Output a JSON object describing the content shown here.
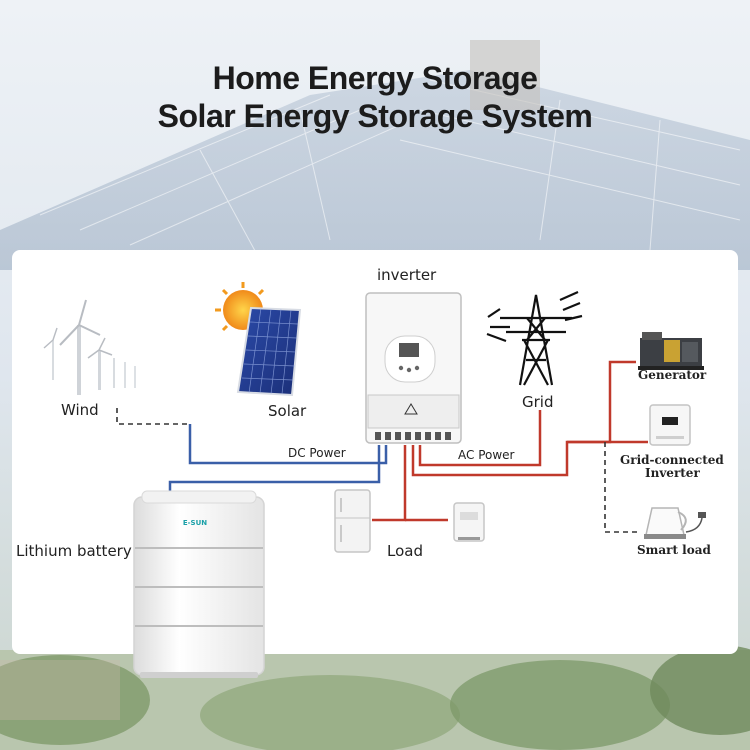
{
  "title": {
    "line1": "Home Energy Storage",
    "line2": "Solar Energy Storage System"
  },
  "components": {
    "inverter": "inverter",
    "wind": "Wind",
    "solar": "Solar",
    "grid": "Grid",
    "generator": "Generator",
    "grid_inverter_line1": "Grid-connected",
    "grid_inverter_line2": "Inverter",
    "smart_load": "Smart load",
    "battery": "Lithium battery",
    "load": "Load",
    "battery_brand": "E-SUN"
  },
  "connections": {
    "dc_power": "DC Power",
    "ac_power": "AC Power"
  },
  "colors": {
    "dc_line": "#3a5fa8",
    "ac_line": "#c0392b",
    "dashed_line": "#333333",
    "panel_bg": "#ffffff",
    "brand": "#1aa0a8"
  }
}
